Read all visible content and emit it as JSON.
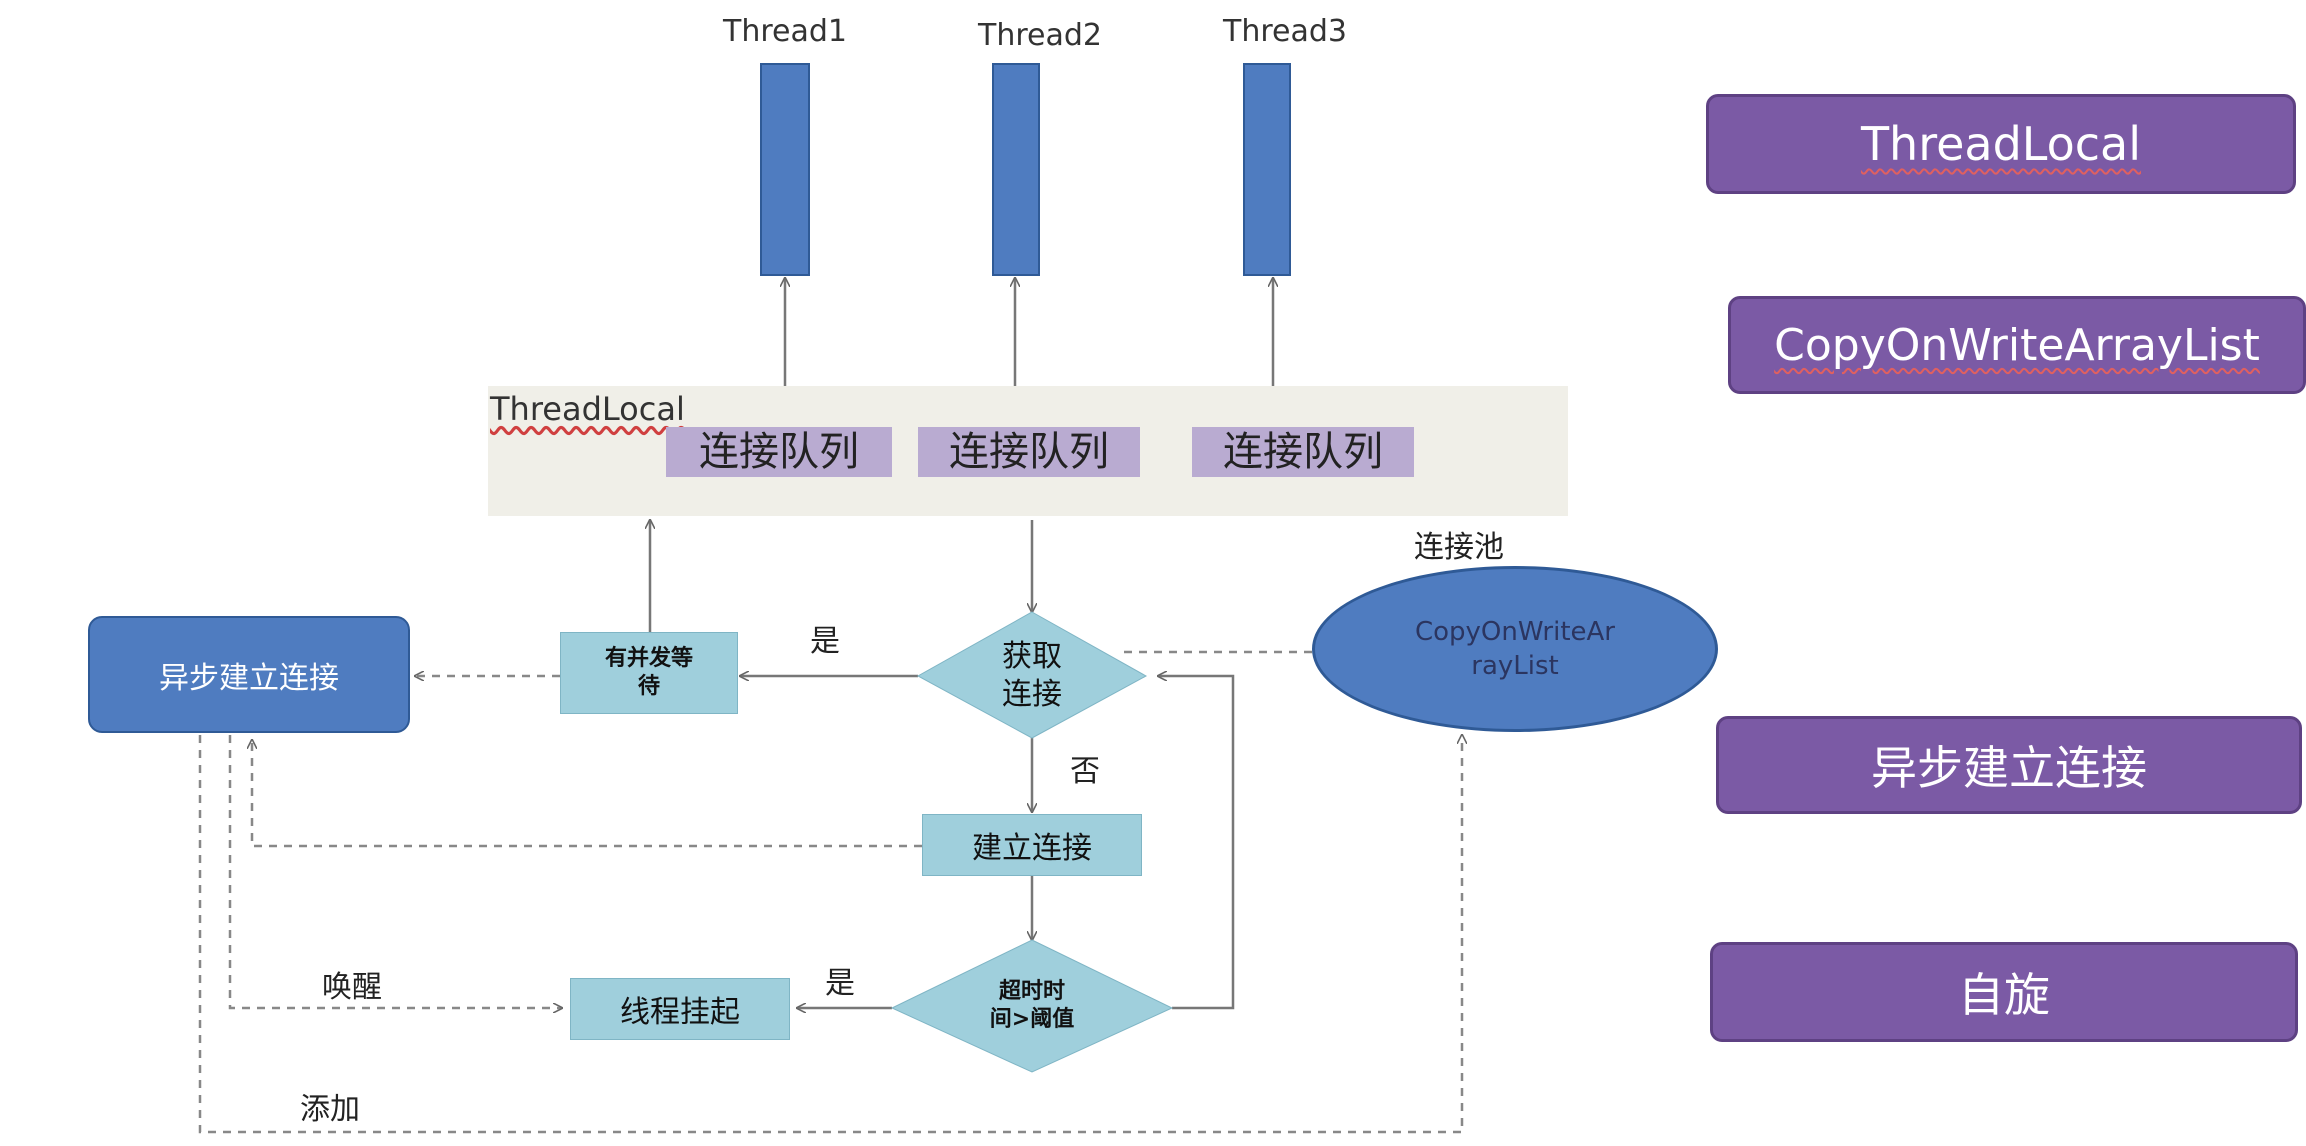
{
  "threads": [
    "Thread1",
    "Thread2",
    "Thread3"
  ],
  "threadlocal_label": "ThreadLocal",
  "queues": [
    "连接队列",
    "连接队列",
    "连接队列"
  ],
  "pool": {
    "caption": "连接池",
    "name_line1": "CopyOnWriteAr",
    "name_line2": "rayList"
  },
  "nodes": {
    "get_connection_line1": "获取",
    "get_connection_line2": "连接",
    "concurrent_wait_line1": "有并发等",
    "concurrent_wait_line2": "待",
    "create_connection": "建立连接",
    "timeout_line1": "超时时",
    "timeout_line2": "间>阈值",
    "thread_suspend": "线程挂起",
    "async_create": "异步建立连接"
  },
  "edge_labels": {
    "yes_top": "是",
    "no": "否",
    "yes_bottom": "是",
    "wake": "唤醒",
    "add": "添加"
  },
  "legend": [
    "ThreadLocal",
    "CopyOnWriteArrayList",
    "异步建立连接",
    "自旋"
  ],
  "colors": {
    "thread_blue": "#4f7cc0",
    "queue_purple": "#b9abd1",
    "flow_cyan": "#9fcfdc",
    "legend_purple": "#7b5aa5",
    "band": "#f0efe8"
  }
}
